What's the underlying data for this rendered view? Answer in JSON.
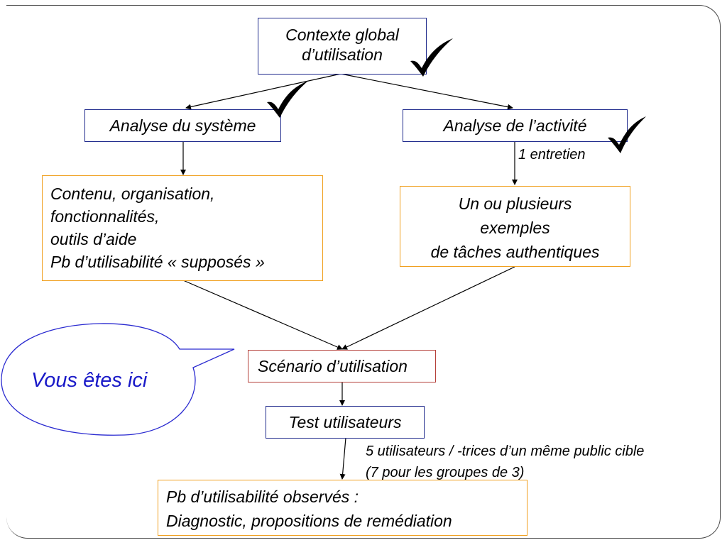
{
  "nodes": {
    "contexte": {
      "lines": [
        "Contexte global",
        "d’utilisation"
      ]
    },
    "analyse_systeme": {
      "lines": [
        "Analyse du système"
      ]
    },
    "analyse_activite": {
      "lines": [
        "Analyse de l’activité"
      ]
    },
    "contenu": {
      "lines": [
        "Contenu, organisation,",
        "fonctionnalités,",
        "outils d’aide",
        "Pb d’utilisabilité « supposés »"
      ]
    },
    "exemples": {
      "lines": [
        "Un ou plusieurs",
        "exemples",
        "de tâches authentiques"
      ]
    },
    "scenario": {
      "lines": [
        "Scénario d’utilisation"
      ]
    },
    "test": {
      "lines": [
        "Test utilisateurs"
      ]
    },
    "observes": {
      "lines": [
        "Pb d’utilisabilité observés :",
        "Diagnostic, propositions de remédiation"
      ]
    }
  },
  "notes": {
    "entretien": "1 entretien",
    "utilisateurs_1": "5 utilisateurs / -trices d’un même public cible",
    "utilisateurs_2": "(7 pour les groupes de 3)"
  },
  "callout": {
    "text": "Vous êtes ici"
  },
  "colors": {
    "blue_border": "#1f2a8c",
    "orange_border": "#f0a020",
    "red_border": "#b5403a",
    "callout_text": "#1a1ac8",
    "callout_border": "#2a2ad0"
  },
  "icons": [
    "checkmark-icon",
    "checkmark-icon",
    "checkmark-icon"
  ]
}
